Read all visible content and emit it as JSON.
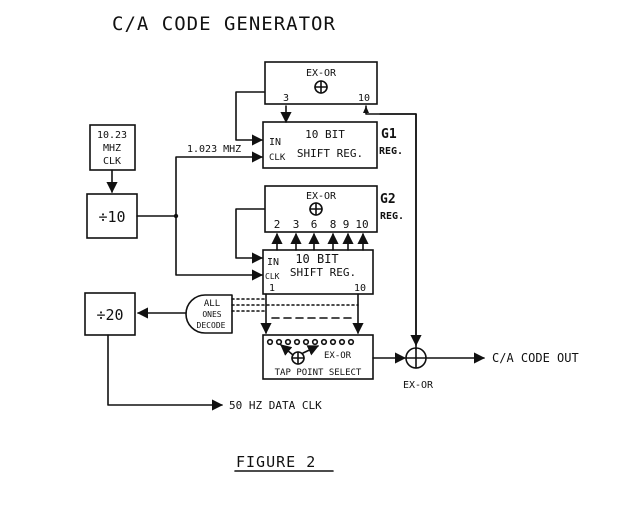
{
  "title": "C/A CODE GENERATOR",
  "figure_caption": "FIGURE 2",
  "clock": {
    "line1": "10.23",
    "line2": "MHZ",
    "line3": "CLK"
  },
  "divide10": "÷10",
  "divide20": "÷20",
  "freq_label": "1.023 MHZ",
  "g1": {
    "exor_label": "EX-OR",
    "tap_left": "3",
    "tap_right": "10",
    "reg_line1": "10 BIT",
    "reg_line2": "SHIFT REG.",
    "in_label": "IN",
    "clk_label": "CLK",
    "name": "G1",
    "name_sub": "REG."
  },
  "g2": {
    "exor_label": "EX-OR",
    "taps": [
      "2",
      "3",
      "6",
      "8",
      "9",
      "10"
    ],
    "reg_line1": "10 BIT",
    "reg_line2": "SHIFT REG.",
    "in_label": "IN",
    "clk_label": "CLK",
    "out_left": "1",
    "out_right": "10",
    "name": "G2",
    "name_sub": "REG."
  },
  "decode": {
    "line1": "ALL",
    "line2": "ONES",
    "line3": "DECODE"
  },
  "tap_select": {
    "exor_label": "EX-OR",
    "label": "TAP POINT SELECT"
  },
  "final_exor_label": "EX-OR",
  "output_label": "C/A CODE OUT",
  "data_clk_label": "50 HZ DATA CLK"
}
